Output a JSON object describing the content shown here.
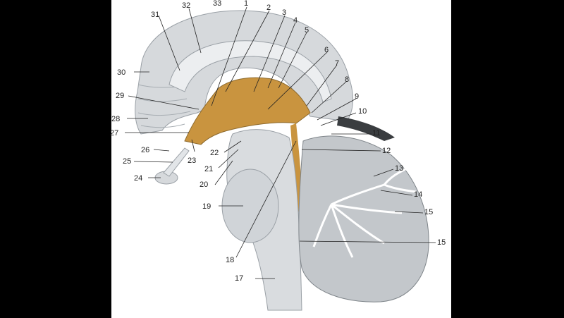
{
  "labels": [
    {
      "id": "1",
      "text": "1"
    },
    {
      "id": "2",
      "text": "2"
    },
    {
      "id": "3",
      "text": "3"
    },
    {
      "id": "4",
      "text": "4"
    },
    {
      "id": "5",
      "text": "5"
    },
    {
      "id": "6",
      "text": "6"
    },
    {
      "id": "7",
      "text": "7"
    },
    {
      "id": "8",
      "text": "8"
    },
    {
      "id": "9",
      "text": "9"
    },
    {
      "id": "10",
      "text": "10"
    },
    {
      "id": "11",
      "text": "11"
    },
    {
      "id": "12",
      "text": "12"
    },
    {
      "id": "13",
      "text": "13"
    },
    {
      "id": "14",
      "text": "14"
    },
    {
      "id": "15a",
      "text": "15"
    },
    {
      "id": "15b",
      "text": "15"
    },
    {
      "id": "17",
      "text": "17"
    },
    {
      "id": "18",
      "text": "18"
    },
    {
      "id": "19",
      "text": "19"
    },
    {
      "id": "20",
      "text": "20"
    },
    {
      "id": "21",
      "text": "21"
    },
    {
      "id": "22",
      "text": "22"
    },
    {
      "id": "23",
      "text": "23"
    },
    {
      "id": "24",
      "text": "24"
    },
    {
      "id": "25",
      "text": "25"
    },
    {
      "id": "26",
      "text": "26"
    },
    {
      "id": "27",
      "text": "27"
    },
    {
      "id": "28",
      "text": "28"
    },
    {
      "id": "29",
      "text": "29"
    },
    {
      "id": "30",
      "text": "30"
    },
    {
      "id": "31",
      "text": "31"
    },
    {
      "id": "32",
      "text": "32"
    },
    {
      "id": "33",
      "text": "33"
    }
  ],
  "colors": {
    "background": "#000000",
    "panel": "#ffffff",
    "tissue": "#d9dcdf",
    "tissue_dark": "#b9bec3",
    "orange": "#c9943f"
  }
}
